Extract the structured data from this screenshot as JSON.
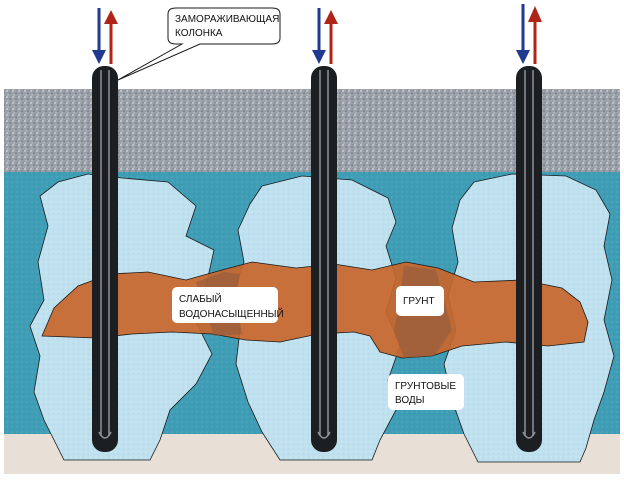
{
  "labels": {
    "freezing_column_line1": "ЗАМОРАЖИВАЮЩАЯ",
    "freezing_column_line2": "КОЛОНКА",
    "weak_layer_line1": "СЛАБЫЙ",
    "weak_layer_line2": "ВОДОНАСЫЩЕННЫЙ",
    "soil": "ГРУНТ",
    "groundwater_line1": "ГРУНТОВЫЕ",
    "groundwater_line2": "ВОДЫ"
  },
  "colors": {
    "top_layer": "#9fa3ab",
    "water_layer": "#3f9db5",
    "frozen_zone": "#bfe0ee",
    "weak_soil": "#c9662b",
    "bottom_layer": "#e8e0d6",
    "column": "#1c1f22",
    "arrow_down": "#1f3b8f",
    "arrow_up": "#b02418"
  },
  "icons": {
    "inflow": "arrow-down-icon",
    "outflow": "arrow-up-icon"
  },
  "column_count": 3
}
